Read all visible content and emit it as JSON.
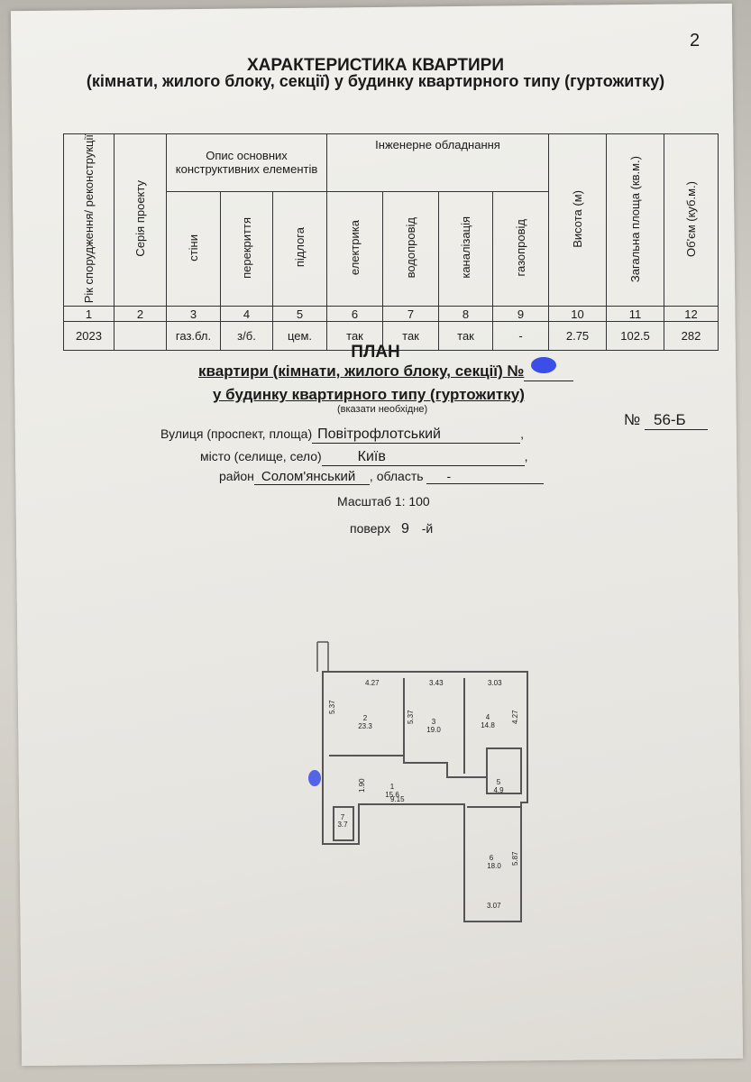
{
  "page_number": "2",
  "header": {
    "title": "ХАРАКТЕРИСТИКА КВАРТИРИ",
    "subtitle": "(кімнати, жилого блоку, секції) у будинку квартирного типу (гуртожитку)"
  },
  "spec_table": {
    "group_construct": "Опис основних конструктивних елементів",
    "group_engineering": "Інженерне обладнання",
    "columns": [
      "Рік спорудження/ реконструкції",
      "Серія проекту",
      "стіни",
      "перекриття",
      "підлога",
      "електрика",
      "водопровід",
      "каналізація",
      "газопровід",
      "Висота (м)",
      "Загальна площа (кв.м.)",
      "Об'єм (куб.м.)"
    ],
    "numbers": [
      "1",
      "2",
      "3",
      "4",
      "5",
      "6",
      "7",
      "8",
      "9",
      "10",
      "11",
      "12"
    ],
    "values": [
      "2023",
      "",
      "газ.бл.",
      "з/б.",
      "цем.",
      "так",
      "так",
      "так",
      "-",
      "2.75",
      "102.5",
      "282"
    ]
  },
  "plan": {
    "title": "ПЛАН",
    "line1": "квартири (кімнати, жилого блоку, секції) №",
    "line2": "у будинку квартирного типу (гуртожитку)",
    "note": "(вказати необхідне)",
    "street_label": "Вулиця (проспект, площа)",
    "street_value": "Повітрофлотський",
    "number_label": "№",
    "number_value": "56-Б",
    "city_label": "місто (селище, село)",
    "city_value": "Київ",
    "district_label": "район",
    "district_value": "Солом'янський",
    "region_label": ", область",
    "region_value": "-",
    "scale": "Масштаб 1: 100",
    "floor_label": "поверх",
    "floor_value": "9",
    "floor_suffix": "-й"
  },
  "floorplan": {
    "dims": {
      "d427": "4.27",
      "d343": "3.43",
      "d303": "3.03",
      "d537a": "5.37",
      "d537b": "5.37",
      "d427v": "4.27",
      "d190": "1.90",
      "d915": "9.15",
      "d587": "5.87",
      "d307": "3.07"
    },
    "rooms": [
      {
        "num": "2",
        "area": "23.3"
      },
      {
        "num": "3",
        "area": "19.0"
      },
      {
        "num": "4",
        "area": "14.8"
      },
      {
        "num": "5",
        "area": "4.9"
      },
      {
        "num": "1",
        "area": "15.6"
      },
      {
        "num": "6",
        "area": "18.0"
      },
      {
        "num": "7",
        "area": "3.7"
      }
    ]
  }
}
